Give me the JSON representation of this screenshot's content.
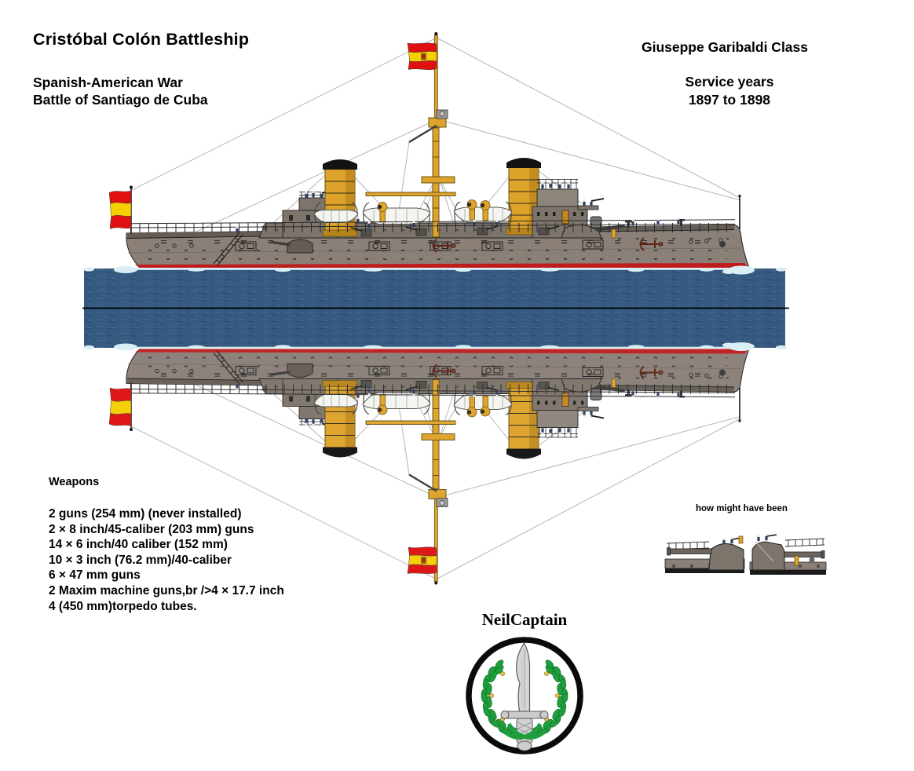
{
  "header": {
    "title": "Cristóbal Colón Battleship",
    "subtitle_line1": "Spanish-American War",
    "subtitle_line2": "Battle of Santiago de Cuba",
    "class_name": "Giuseppe Garibaldi Class",
    "service_label": "Service years",
    "service_years": "1897 to 1898"
  },
  "weapons": {
    "heading": "Weapons",
    "items": [
      "2 guns (254 mm) (never installed)",
      "2 × 8 inch/45-caliber (203 mm) guns",
      "14 × 6 inch/40 caliber (152 mm)",
      "10 × 3 inch (76.2 mm)/40-caliber",
      "6 × 47 mm guns",
      "2 Maxim machine guns,br />4 × 17.7 inch",
      "4 (450 mm)torpedo tubes."
    ]
  },
  "inset": {
    "caption": "how might have been"
  },
  "credit": {
    "artist": "NeilCaptain"
  },
  "illustration": {
    "subject": "Spanish armored cruiser Cristóbal Colón, broadside profile with mirrored water reflection",
    "flags": "Spanish ensign red-yellow-red",
    "colors": {
      "hull_gray": "#8a8078",
      "hull_dark": "#655d55",
      "deck_structure": "#7d746c",
      "funnel_gold": "#dda32b",
      "mast_gold": "#d9a528",
      "waterline_red": "#bf1d1d",
      "water_blue": "#35597f",
      "water_light": "#3f6892",
      "water_dark": "#2c4c72",
      "foam": "#daeef6",
      "flag_red": "#e01010",
      "flag_yellow": "#f5cf00",
      "crew_blue": "#2e3d5e",
      "anchor_maroon": "#5f2418",
      "rigging_gray": "#b4b4b4",
      "boat_white": "#f4f4f0",
      "wreath_green": "#1e9e3c",
      "acorn_yellow": "#e6c94d",
      "dagger_silver": "#d6d6d6",
      "text_black": "#000000"
    }
  }
}
